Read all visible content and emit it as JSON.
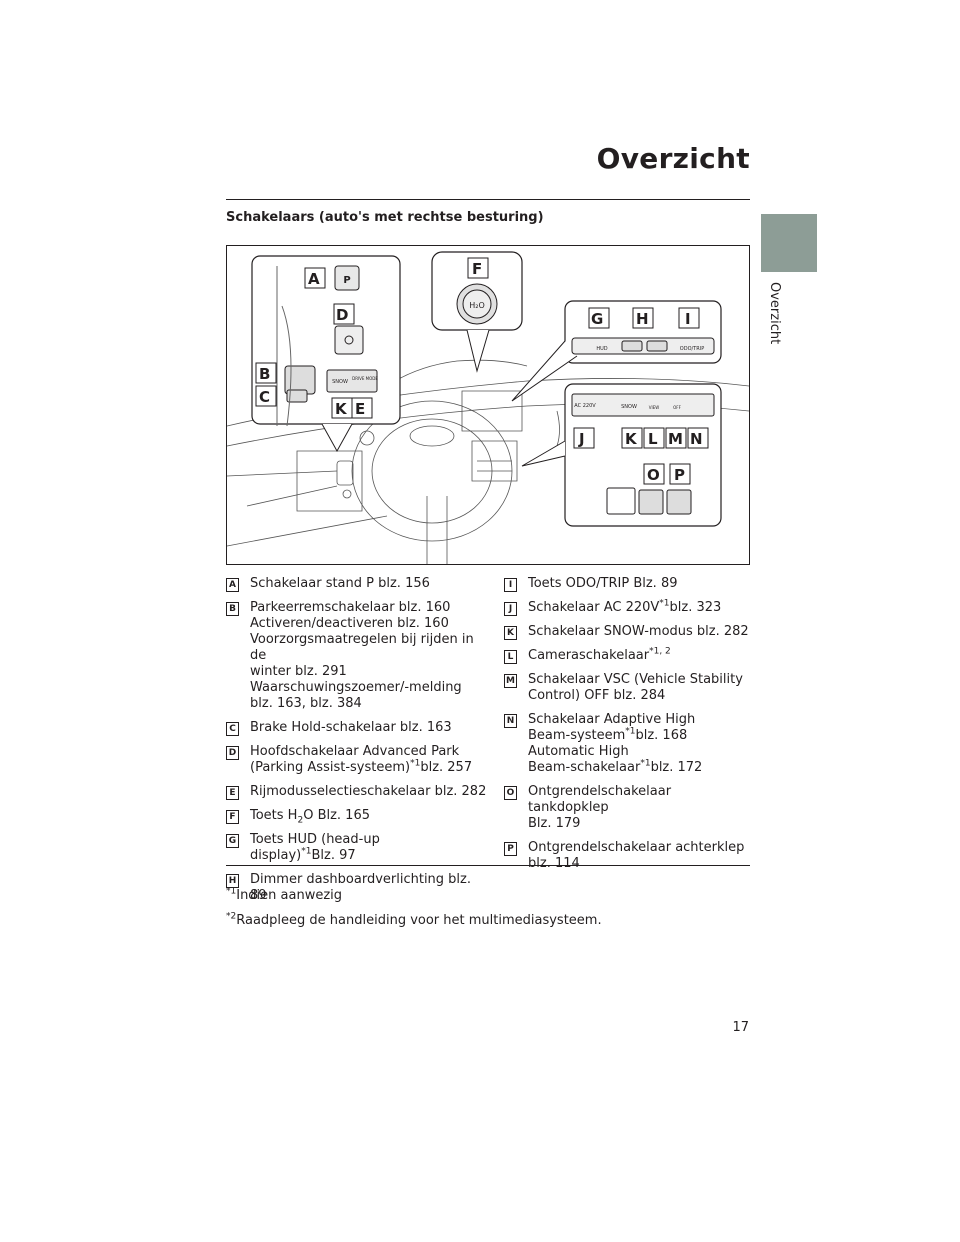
{
  "header": {
    "title": "Overzicht"
  },
  "side_tab": {
    "label": "Overzicht"
  },
  "section": {
    "heading": "Schakelaars (auto's met rechtse besturing)"
  },
  "figure": {
    "callouts": [
      "A",
      "B",
      "C",
      "D",
      "E",
      "F",
      "G",
      "H",
      "I",
      "J",
      "K",
      "L",
      "M",
      "N",
      "O",
      "P"
    ],
    "button_labels": {
      "p": "P",
      "h2o": "H₂O",
      "snow": "SNOW",
      "drive_mode": "DRIVE MODE",
      "hud": "HUD",
      "odo_trip": "ODO/TRIP",
      "ac": "AC 220V",
      "snow2": "SNOW",
      "view": "VIEW",
      "off": "OFF"
    }
  },
  "left_list": [
    {
      "letter": "A",
      "lines": [
        "Schakelaar stand P blz. 156"
      ]
    },
    {
      "letter": "B",
      "lines": [
        "Parkeerremschakelaar blz. 160",
        "Activeren/deactiveren blz. 160",
        "Voorzorgsmaatregelen bij rijden in de",
        "winter blz. 291",
        "Waarschuwingszoemer/-melding",
        "blz. 163, blz. 384"
      ]
    },
    {
      "letter": "C",
      "lines": [
        "Brake Hold-schakelaar blz. 163"
      ]
    },
    {
      "letter": "D",
      "l1": "Hoofdschakelaar Advanced Park",
      "l2a": "(Parking Assist-systeem)",
      "sup": "*1",
      "l2b": "blz. 257"
    },
    {
      "letter": "E",
      "lines": [
        "Rijmodusselectieschakelaar blz. 282"
      ]
    },
    {
      "letter": "F",
      "a": "Toets H",
      "sub": "2",
      "b": "O Blz. 165"
    },
    {
      "letter": "G",
      "l1": "Toets HUD (head-up",
      "l2a": "display)",
      "sup": "*1",
      "l2b": "Blz. 97"
    },
    {
      "letter": "H",
      "lines": [
        "Dimmer dashboardverlichting blz. 89"
      ]
    }
  ],
  "right_list": [
    {
      "letter": "I",
      "lines": [
        "Toets ODO/TRIP Blz. 89"
      ]
    },
    {
      "letter": "J",
      "a": "Schakelaar AC 220V",
      "sup": "*1",
      "b": "blz. 323"
    },
    {
      "letter": "K",
      "lines": [
        "Schakelaar SNOW-modus blz. 282"
      ]
    },
    {
      "letter": "L",
      "a": "Cameraschakelaar",
      "sup": "*1, 2"
    },
    {
      "letter": "M",
      "lines": [
        "Schakelaar VSC (Vehicle Stability",
        "Control) OFF blz. 284"
      ]
    },
    {
      "letter": "N",
      "l1": "Schakelaar Adaptive High",
      "l2a": "Beam-systeem",
      "l2sup": "*1",
      "l2b": "blz. 168",
      "l3": "Automatic High",
      "l4a": "Beam-schakelaar",
      "l4sup": "*1",
      "l4b": "blz. 172"
    },
    {
      "letter": "O",
      "lines": [
        "Ontgrendelschakelaar tankdopklep",
        "Blz. 179"
      ]
    },
    {
      "letter": "P",
      "lines": [
        "Ontgrendelschakelaar achterklep",
        "blz. 114"
      ]
    }
  ],
  "footnotes": [
    {
      "mark": "*1",
      "text": "Indien aanwezig"
    },
    {
      "mark": "*2",
      "text": "Raadpleeg de handleiding voor het multimediasysteem."
    }
  ],
  "page_number": "17"
}
